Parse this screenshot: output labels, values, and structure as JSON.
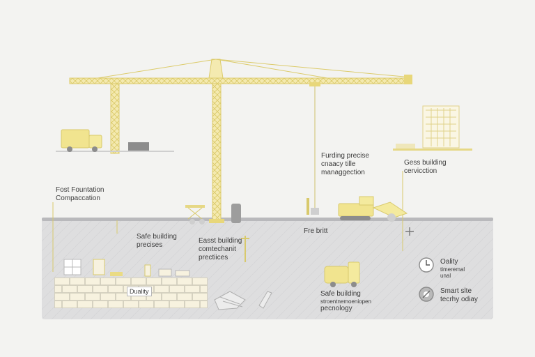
{
  "labels": {
    "foundation": [
      "Fost Fountation",
      "Compaccation"
    ],
    "safe_practices": [
      "Safe building",
      "precises"
    ],
    "construction_practices": [
      "Easst building",
      "comtechanit",
      "prectiices"
    ],
    "free_britt": "Fre britt",
    "funding": [
      "Furding precise",
      "cnaacy tille",
      "managgection"
    ],
    "gess_building": [
      "Gess building",
      "cervicction"
    ],
    "quality_tag": "Duality",
    "safe_technology": [
      "Safe building",
      "stroentnemoeniopen",
      "pecnology"
    ],
    "quality_timer": [
      "Oality",
      "timeremal",
      "unal"
    ],
    "smart_site": [
      "Smart slte",
      "tecrhy odiay"
    ]
  },
  "icons": {
    "clock": "clock-icon",
    "gear": "gear-icon",
    "cursor": "cursor-icon"
  },
  "colors": {
    "background": "#f3f3f1",
    "ground": "#dededf",
    "crane": "#eadb84",
    "equipment": "#f1e48f",
    "brick": "#f7f2df",
    "text": "#3c3c3c"
  }
}
